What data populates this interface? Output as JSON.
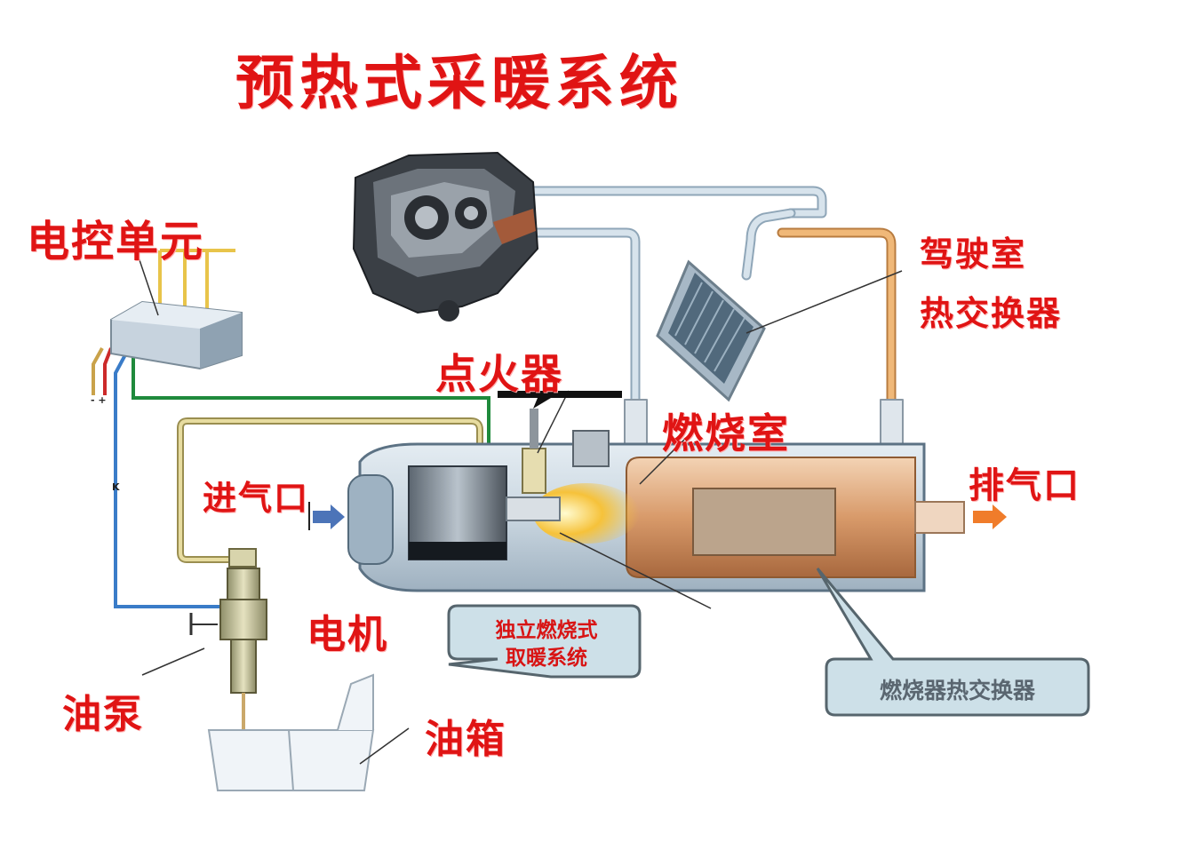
{
  "title": "预热式采暖系统",
  "labels": {
    "ecu": "电控单元",
    "igniter": "点火器",
    "cab_line1": "驾驶室",
    "cab_line2": "热交换器",
    "combustion": "燃烧室",
    "intake": "进气口",
    "exhaust": "排气口",
    "motor": "电机",
    "fuel_pump": "油泵",
    "fuel_tank": "油箱"
  },
  "callouts": {
    "independent_line1": "独立燃烧式",
    "independent_line2": "取暖系统",
    "burner_hx": "燃烧器热交换器"
  },
  "wire_marks": {
    "polarity": "- +",
    "k": "K"
  },
  "colors": {
    "label_red": "#e01414",
    "coolant_hose": "#c8d8e4",
    "hot_hose": "#e8a860",
    "fuel_line": "#c9b870",
    "wire_green": "#1f8a3c",
    "wire_blue": "#3a7cc8",
    "wire_yellow": "#e8c44a",
    "heater_body": "#d6e1ea",
    "flame": "#f6c23a",
    "callout_bg": "#cde0e8"
  }
}
